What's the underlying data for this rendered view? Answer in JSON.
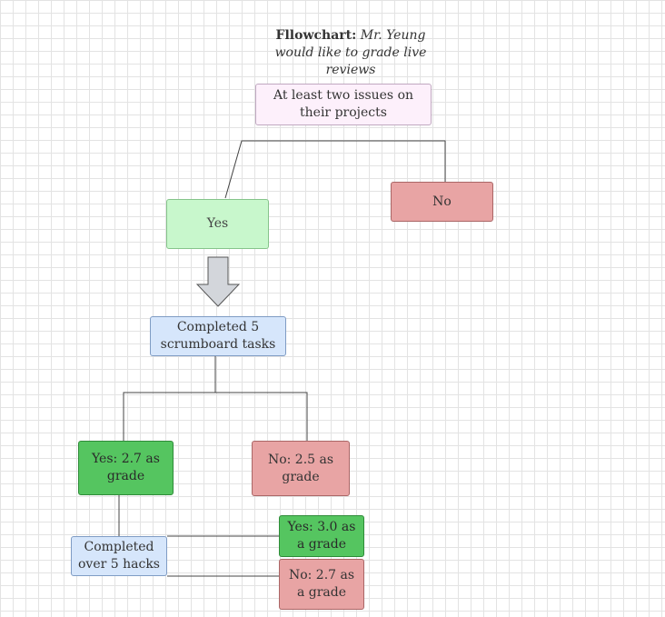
{
  "diagram": {
    "title_bold": "Fllowchart:",
    "title_italic": "Mr. Yeung would like to grade live reviews",
    "nodes": {
      "root": "At least two issues on their projects",
      "yes": "Yes",
      "no": "No",
      "scrumboard": "Completed 5 scrumboard tasks",
      "yes_grade": "Yes: 2.7 as grade",
      "no_grade": "No: 2.5 as grade",
      "hacks": "Completed over 5 hacks",
      "hacks_yes": "Yes: 3.0 as a grade",
      "hacks_no": "No: 2.7 as a grade"
    }
  },
  "colors": {
    "root_fill": "#fdf0fb",
    "yes_fill": "#c8f7cc",
    "no_fill": "#e8a4a4",
    "task_fill": "#d6e6fb",
    "grade_yes_fill": "#55c560",
    "grade_no_fill": "#e8a4a4",
    "arrow_fill": "#d3d6db"
  }
}
